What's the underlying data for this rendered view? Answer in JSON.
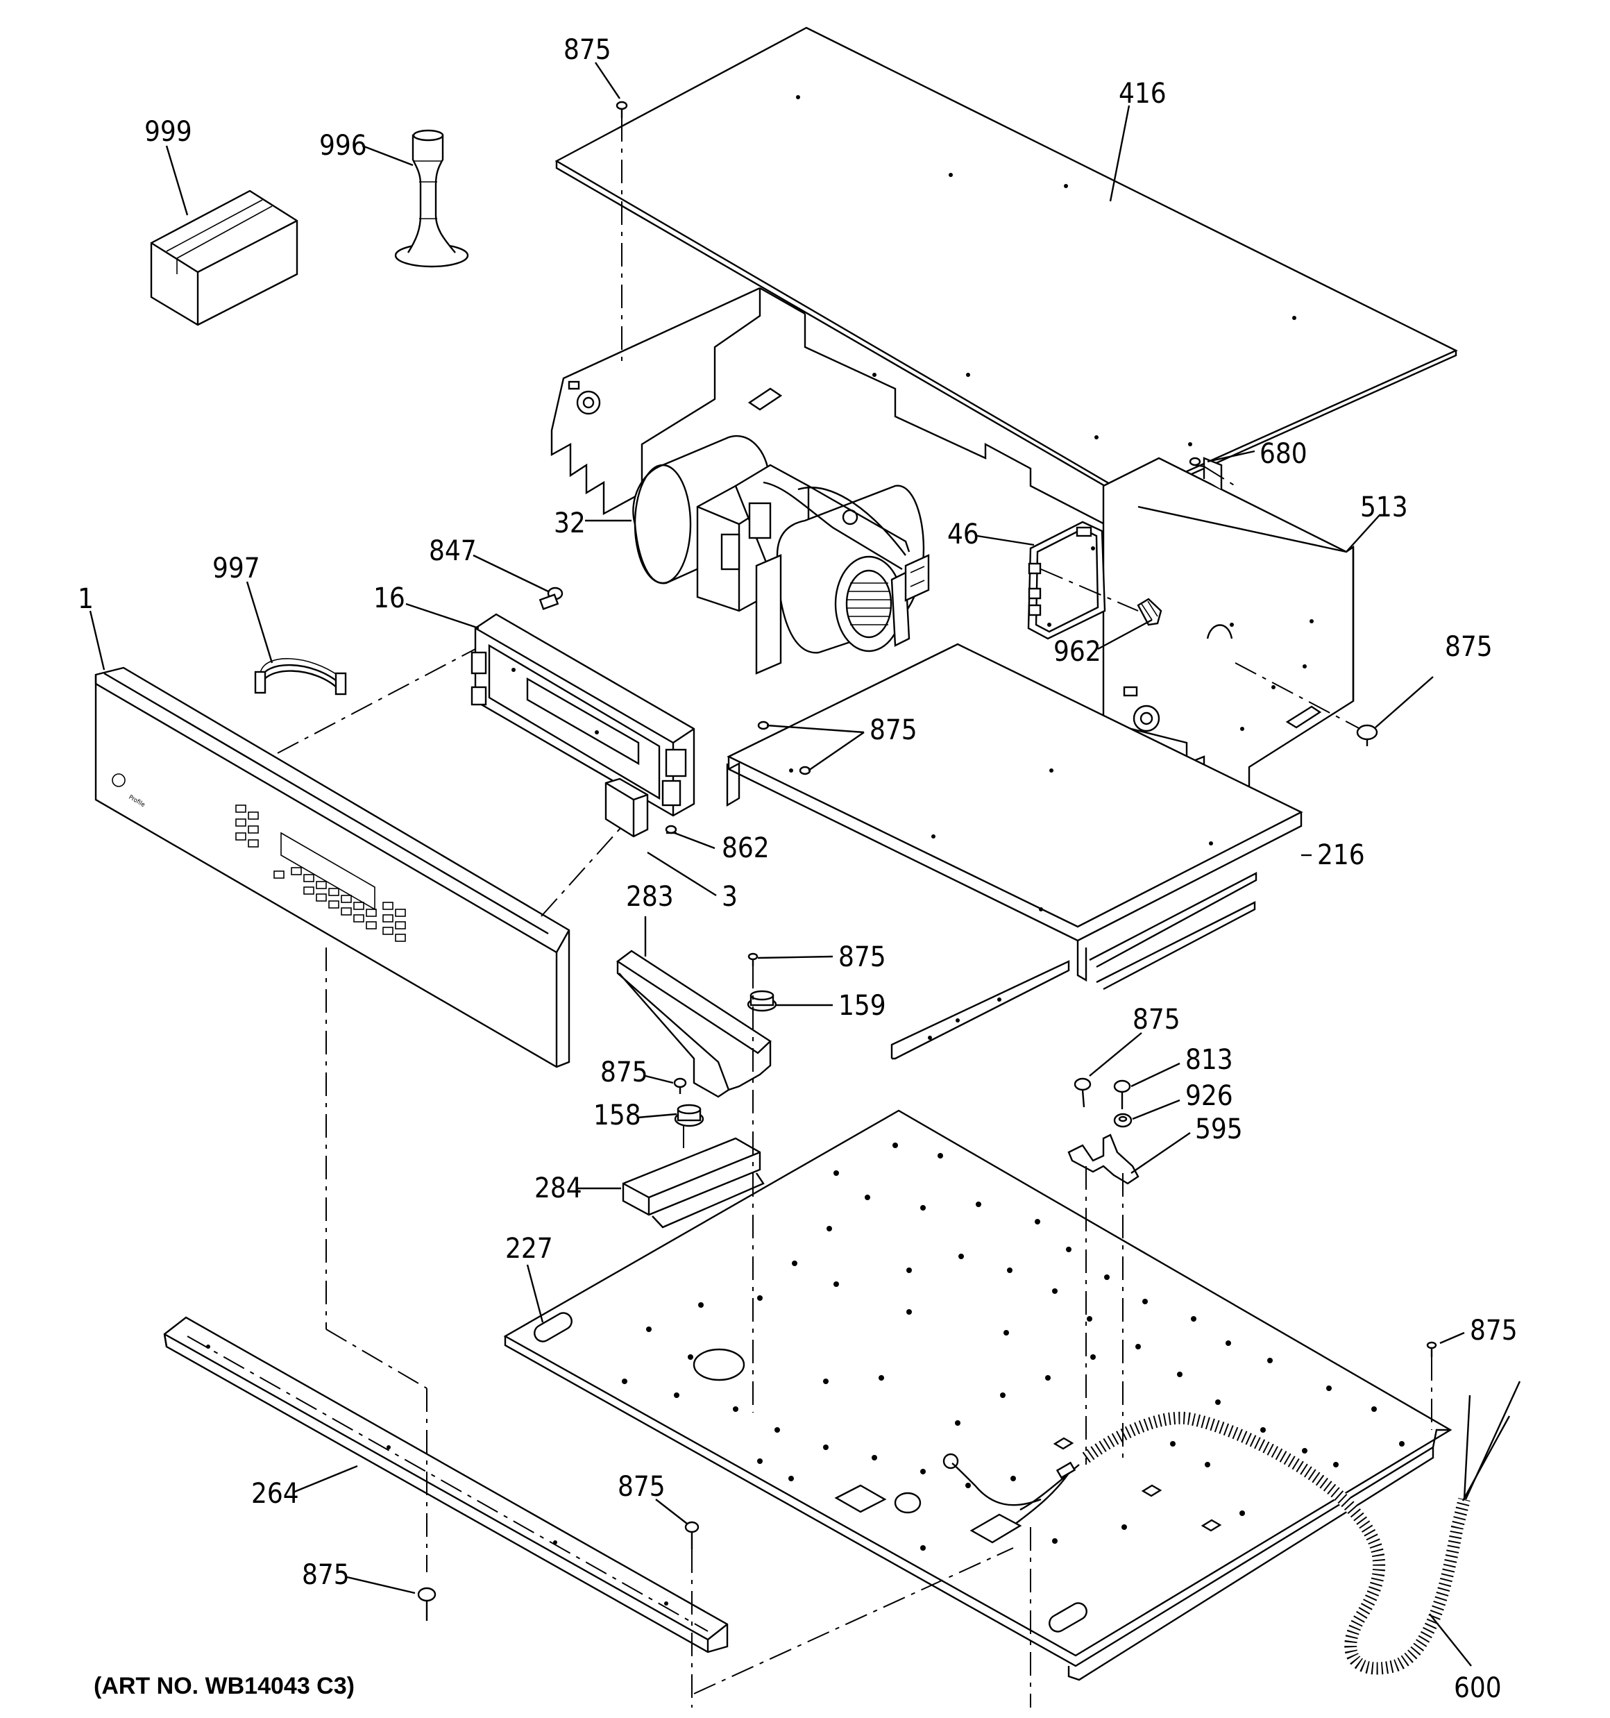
{
  "diagram": {
    "art_number": "(ART NO. WB14043 C3)",
    "callouts": {
      "c875_top": "875",
      "c416": "416",
      "c999": "999",
      "c996": "996",
      "c680": "680",
      "c513": "513",
      "c32": "32",
      "c46": "46",
      "c847": "847",
      "c997": "997",
      "c1": "1",
      "c16": "16",
      "c962": "962",
      "c875_right": "875",
      "c875_mid": "875",
      "c862": "862",
      "c216": "216",
      "c283": "283",
      "c3": "3",
      "c875_159": "875",
      "c159": "159",
      "c875_813": "875",
      "c813": "813",
      "c875_158": "875",
      "c926": "926",
      "c158": "158",
      "c595": "595",
      "c284": "284",
      "c227": "227",
      "c875_hose": "875",
      "c264": "264",
      "c875_bottom": "875",
      "c875_screw": "875",
      "c600": "600"
    }
  }
}
